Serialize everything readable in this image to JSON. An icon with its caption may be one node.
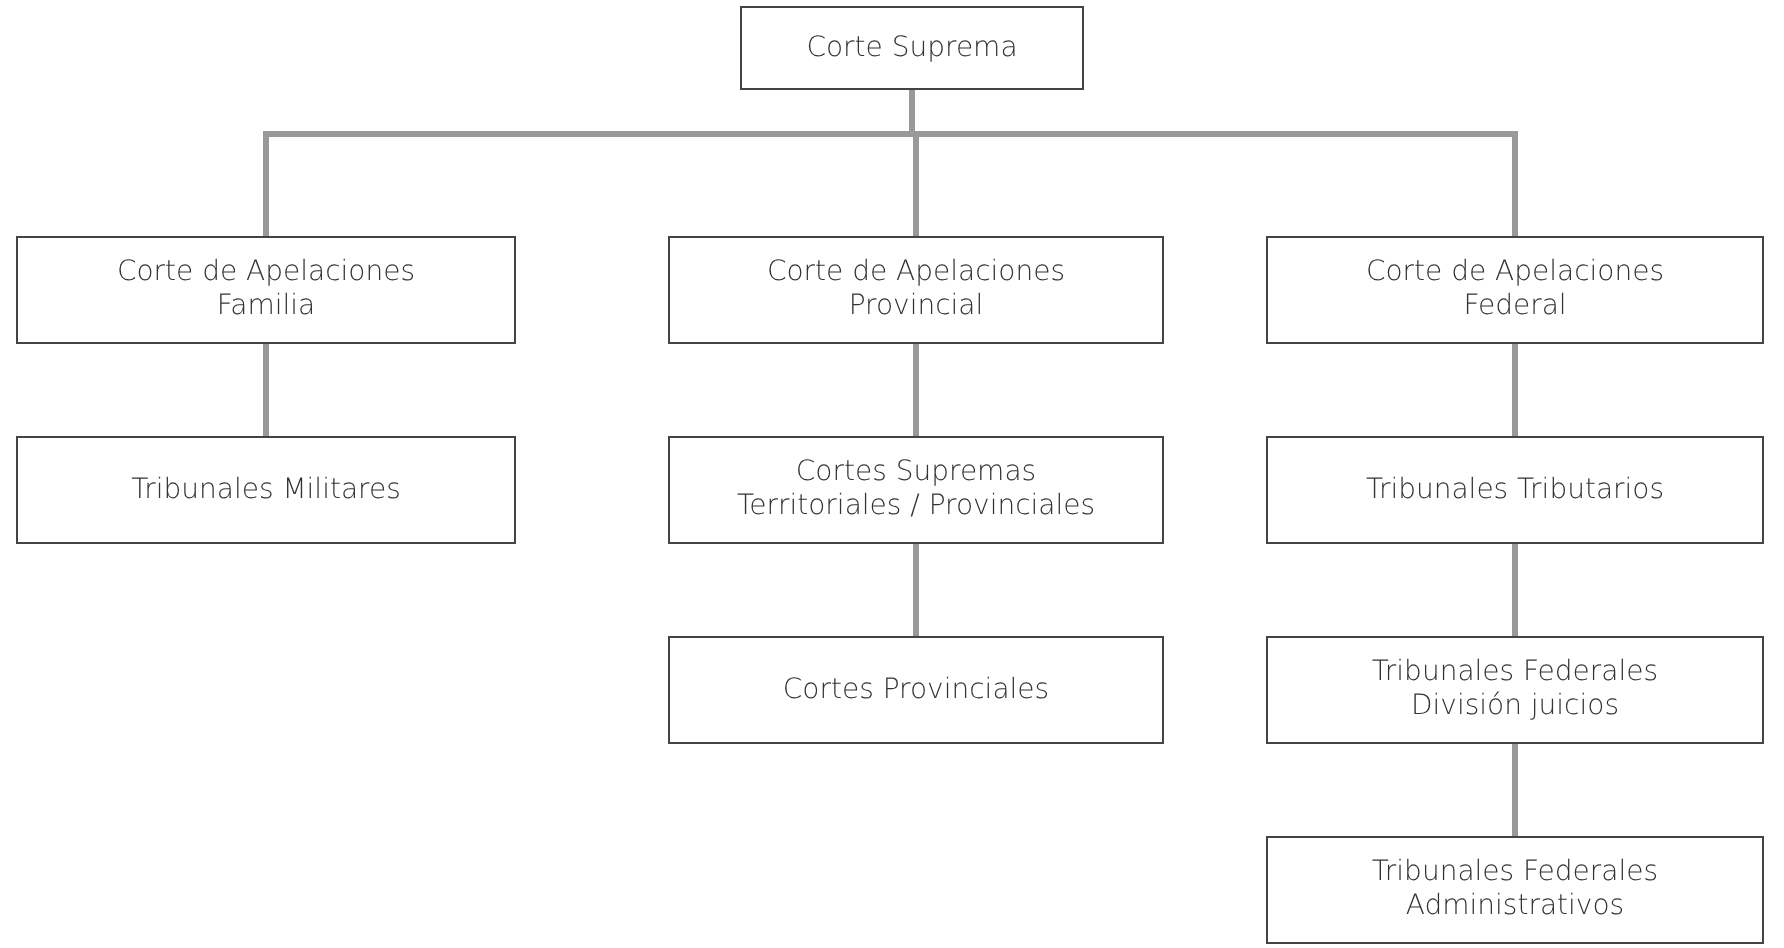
{
  "diagram": {
    "nodes": [
      {
        "text": [
          "Corte Suprema"
        ]
      },
      {
        "text": [
          "Corte de Apelaciones Familia"
        ]
      },
      {
        "text": [
          "Tribunales Militares"
        ]
      },
      {
        "text": [
          "Corte de Apelaciones Provincial"
        ]
      },
      {
        "text": [
          "Cortes Supremas Territoriales / Provinciales"
        ]
      },
      {
        "text": [
          "Cortes Provinciales"
        ]
      },
      {
        "text": [
          "Corte de Apelaciones Federal"
        ]
      },
      {
        "text": [
          "Tribunales Tributarios"
        ]
      },
      {
        "text": [
          "Tribunales Federales División juicios"
        ]
      },
      {
        "text": [
          "Tribunales Federales Administrativos"
        ]
      }
    ],
    "edges": [
      {
        "from": 0,
        "to": 1,
        "arrow": "none"
      },
      {
        "from": 0,
        "to": 3,
        "arrow": "none"
      },
      {
        "from": 0,
        "to": 6,
        "arrow": "none"
      },
      {
        "from": 1,
        "to": 2,
        "arrow": "none"
      },
      {
        "from": 3,
        "to": 4,
        "arrow": "none"
      },
      {
        "from": 4,
        "to": 5,
        "arrow": "none"
      },
      {
        "from": 6,
        "to": 7,
        "arrow": "none"
      },
      {
        "from": 7,
        "to": 8,
        "arrow": "none"
      },
      {
        "from": 8,
        "to": 9,
        "arrow": "none"
      }
    ]
  }
}
